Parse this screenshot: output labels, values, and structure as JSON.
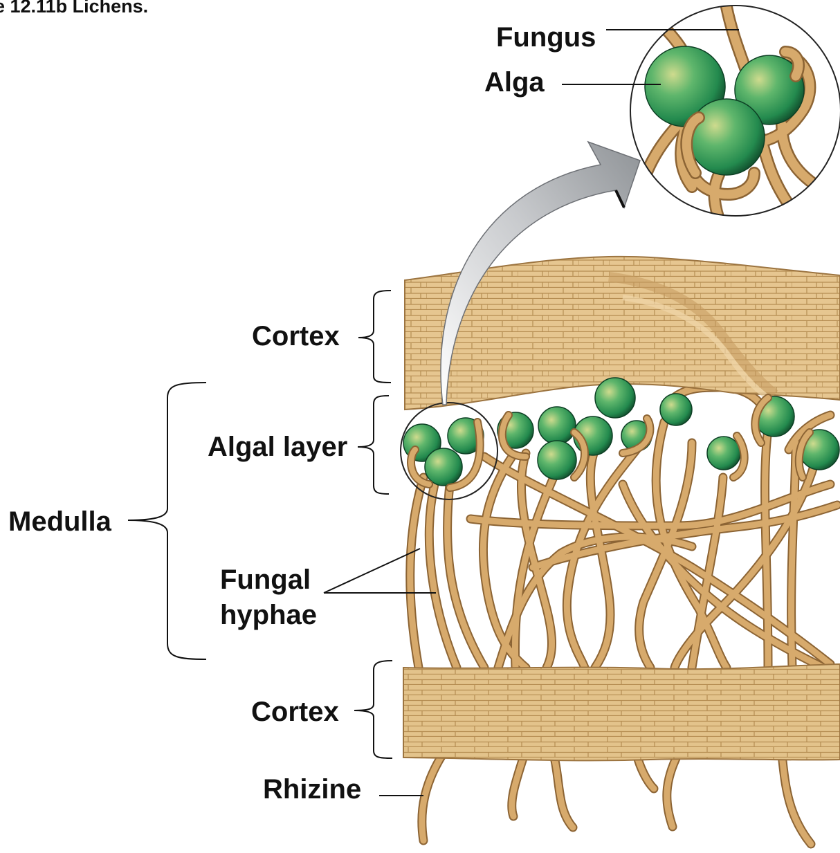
{
  "figure": {
    "title": "e 12.11b Lichens.",
    "labels": {
      "fungus": "Fungus",
      "alga": "Alga",
      "cortex_upper": "Cortex",
      "algal_layer": "Algal layer",
      "medulla": "Medulla",
      "fungal_hyphae_line1": "Fungal",
      "fungal_hyphae_line2": "hyphae",
      "cortex_lower": "Cortex",
      "rhizine": "Rhizine"
    },
    "colors": {
      "hypha": "#d4a76a",
      "hypha_edge": "#8c6434",
      "cortex_fill": "#e4c28c",
      "alga_center": "#c9d98a",
      "alga_mid": "#2f9a57",
      "alga_edge": "#0f4a2a",
      "arrow": "#b9bcc0",
      "leader_line": "#111111"
    }
  }
}
